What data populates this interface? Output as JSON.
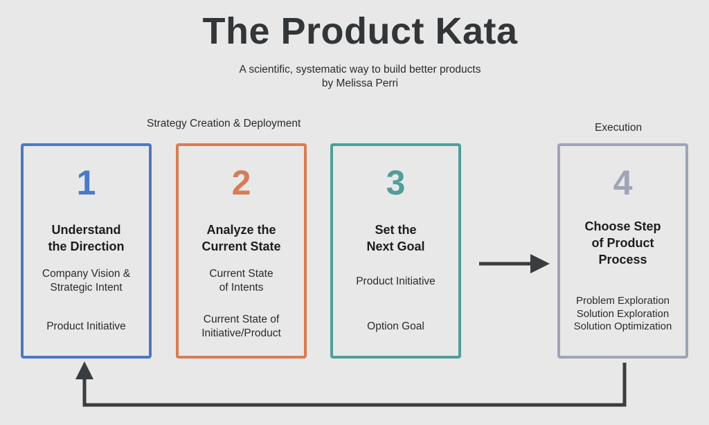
{
  "title": "The Product Kata",
  "subtitle_line1": "A scientific, systematic way to build better products",
  "subtitle_line2": "by Melissa Perri",
  "sections": {
    "strategy": "Strategy Creation & Deployment",
    "execution": "Execution"
  },
  "steps": [
    {
      "number": "1",
      "heading_line1": "Understand",
      "heading_line2": "the Direction",
      "items": [
        {
          "line1": "Company Vision &",
          "line2": "Strategic Intent"
        },
        {
          "line1": "Product Initiative"
        }
      ],
      "color": "#4a79c6"
    },
    {
      "number": "2",
      "heading_line1": "Analyze the",
      "heading_line2": "Current State",
      "items": [
        {
          "line1": "Current State",
          "line2": "of Intents"
        },
        {
          "line1": "Current State of",
          "line2": "Initiative/Product"
        }
      ],
      "color": "#d57d56"
    },
    {
      "number": "3",
      "heading_line1": "Set the",
      "heading_line2": "Next Goal",
      "items": [
        {
          "line1": "Product Initiative"
        },
        {
          "line1": "Option Goal"
        }
      ],
      "color": "#4f9e9a"
    },
    {
      "number": "4",
      "heading_line1": "Choose Step",
      "heading_line2": "of Product",
      "heading_line3": "Process",
      "items": [
        {
          "line1": "Problem Exploration"
        },
        {
          "line1": "Solution Exploration"
        },
        {
          "line1": "Solution Optimization"
        }
      ],
      "color": "#9fa4b9"
    }
  ],
  "arrow_color": "#3a3d40"
}
